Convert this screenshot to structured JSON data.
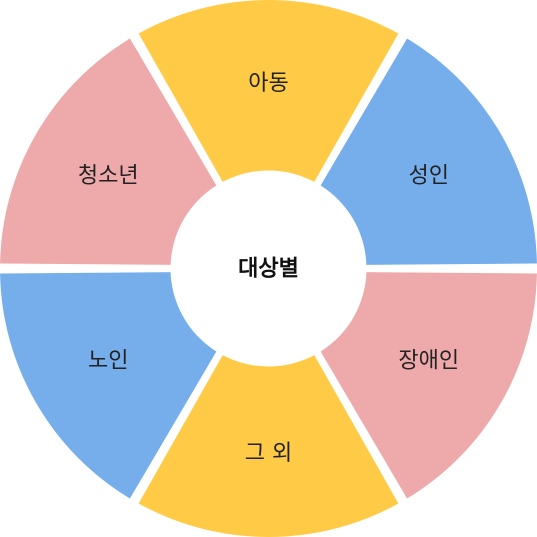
{
  "diagram": {
    "center": {
      "label": "대상별"
    },
    "segments": [
      {
        "label": "아동",
        "color": "#FFCB47"
      },
      {
        "label": "성인",
        "color": "#76AEEB"
      },
      {
        "label": "장애인",
        "color": "#EEAAAB"
      },
      {
        "label": "그 외",
        "color": "#FFCB47"
      },
      {
        "label": "노인",
        "color": "#76AEEB"
      },
      {
        "label": "청소년",
        "color": "#EEAAAB"
      }
    ]
  }
}
